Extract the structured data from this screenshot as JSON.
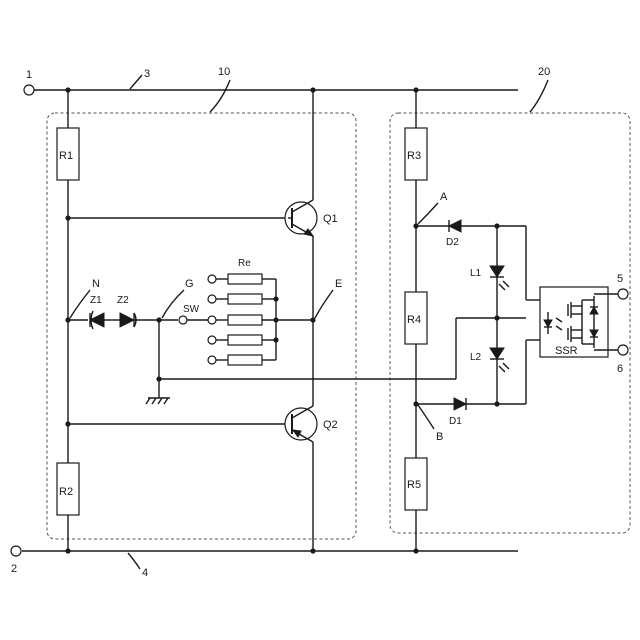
{
  "terminals": {
    "t1": "1",
    "t2": "2",
    "t5": "5",
    "t6": "6"
  },
  "lines": {
    "top": "3",
    "bottom": "4"
  },
  "blocks": {
    "left": "10",
    "right": "20"
  },
  "resistors": {
    "r1": "R1",
    "r2": "R2",
    "r3": "R3",
    "r4": "R4",
    "r5": "R5",
    "re": "Re"
  },
  "transistors": {
    "q1": "Q1",
    "q2": "Q2"
  },
  "zeners": {
    "z1": "Z1",
    "z2": "Z2"
  },
  "diodes": {
    "d1": "D1",
    "d2": "D2"
  },
  "leds": {
    "l1": "L1",
    "l2": "L2"
  },
  "nodes": {
    "n": "N",
    "g": "G",
    "e": "E",
    "a": "A",
    "b": "B"
  },
  "switch_label": "SW",
  "relay_label": "SSR"
}
